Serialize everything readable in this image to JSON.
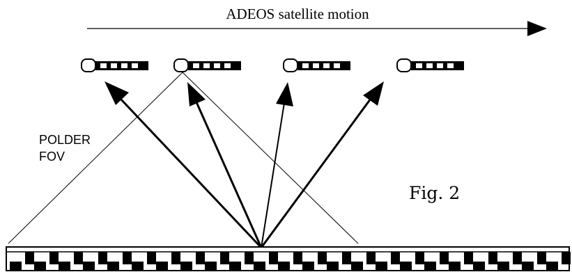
{
  "motion_label": "ADEOS satellite motion",
  "fov_label_line1": "POLDER",
  "fov_label_line2": "FOV",
  "figure_label": "Fig. 2",
  "satellite_count": 4,
  "ground_pattern_blocks": 23,
  "colors": {
    "ink": "#000000",
    "background": "#ffffff"
  }
}
